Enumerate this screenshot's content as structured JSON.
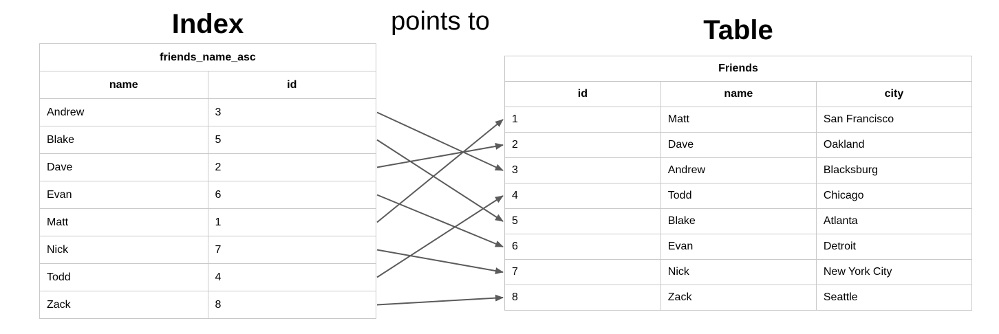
{
  "titles": {
    "index": "Index",
    "points_to": "points to",
    "table": "Table"
  },
  "index_table": {
    "title": "friends_name_asc",
    "columns": [
      "name",
      "id"
    ],
    "rows": [
      [
        "Andrew",
        "3"
      ],
      [
        "Blake",
        "5"
      ],
      [
        "Dave",
        "2"
      ],
      [
        "Evan",
        "6"
      ],
      [
        "Matt",
        "1"
      ],
      [
        "Nick",
        "7"
      ],
      [
        "Todd",
        "4"
      ],
      [
        "Zack",
        "8"
      ]
    ]
  },
  "friends_table": {
    "title": "Friends",
    "columns": [
      "id",
      "name",
      "city"
    ],
    "rows": [
      [
        "1",
        "Matt",
        "San Francisco"
      ],
      [
        "2",
        "Dave",
        "Oakland"
      ],
      [
        "3",
        "Andrew",
        "Blacksburg"
      ],
      [
        "4",
        "Todd",
        "Chicago"
      ],
      [
        "5",
        "Blake",
        "Atlanta"
      ],
      [
        "6",
        "Evan",
        "Detroit"
      ],
      [
        "7",
        "Nick",
        "New York City"
      ],
      [
        "8",
        "Zack",
        "Seattle"
      ]
    ]
  },
  "arrows": {
    "color": "#5b5b5b",
    "mappings": [
      {
        "from_name": "Andrew",
        "to_id": "3"
      },
      {
        "from_name": "Blake",
        "to_id": "5"
      },
      {
        "from_name": "Dave",
        "to_id": "2"
      },
      {
        "from_name": "Evan",
        "to_id": "6"
      },
      {
        "from_name": "Matt",
        "to_id": "1"
      },
      {
        "from_name": "Nick",
        "to_id": "7"
      },
      {
        "from_name": "Todd",
        "to_id": "4"
      },
      {
        "from_name": "Zack",
        "to_id": "8"
      }
    ]
  },
  "colors": {
    "background": "#ffffff",
    "border": "#c9c9c9",
    "text": "#000000"
  }
}
